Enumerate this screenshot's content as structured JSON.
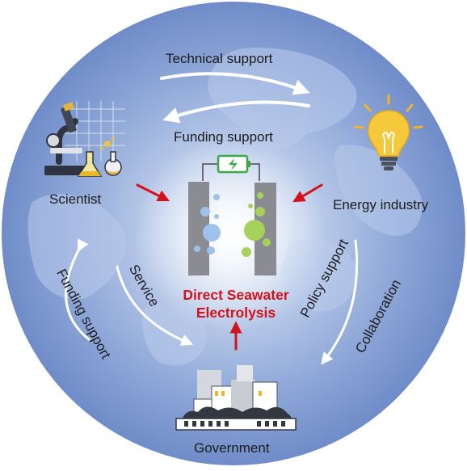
{
  "center": {
    "title_line1": "Direct Seawater",
    "title_line2": "Electrolysis"
  },
  "actors": {
    "scientist": "Scientist",
    "energy_industry": "Energy industry",
    "government": "Government"
  },
  "flows": {
    "technical_support": "Technical support",
    "funding_support_top": "Funding support",
    "funding_support_left": "Funding support",
    "service": "Service",
    "policy_support": "Policy support",
    "collaboration": "Collaboration"
  },
  "icons": [
    "microscope-icon",
    "flask-icon",
    "light-bulb-icon",
    "city-icon",
    "battery-icon",
    "electrolyzer-icon"
  ],
  "colors": {
    "globe": "#7e9ad0",
    "accent_red": "#d3121b",
    "battery": "#3aa847",
    "bubble_green": "#a6d15a",
    "bubble_blue": "#9fc2ea",
    "electrode": "#8a8c91"
  }
}
